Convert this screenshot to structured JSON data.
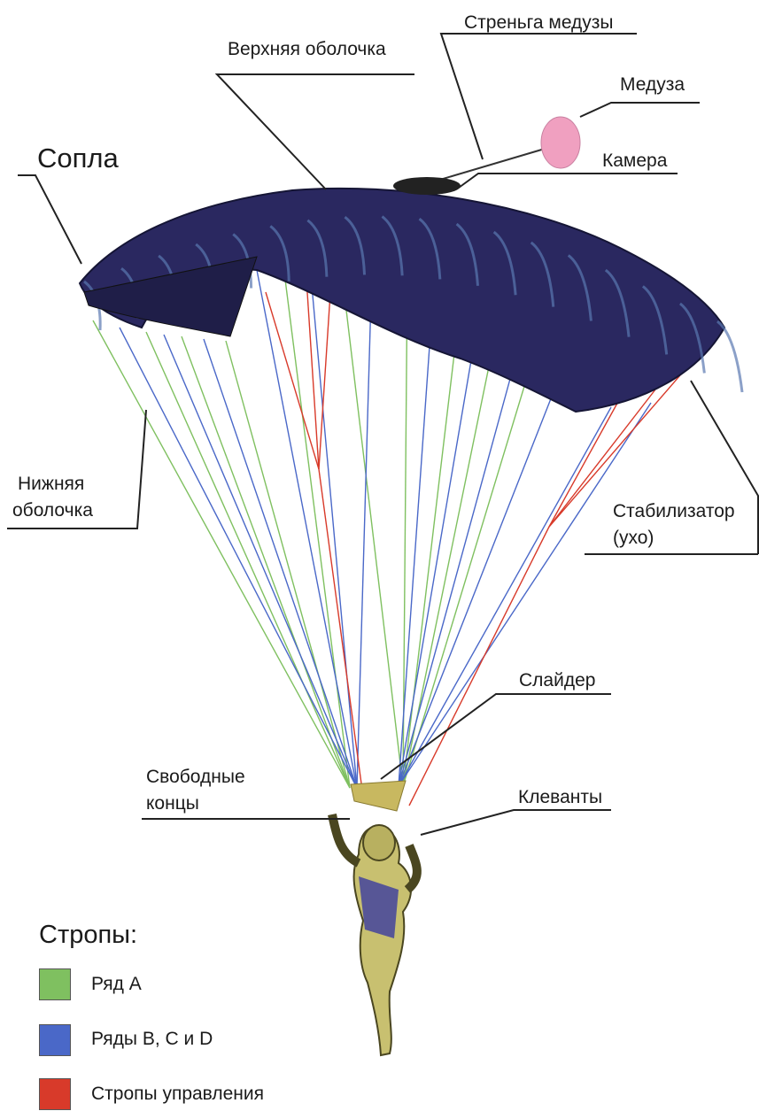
{
  "labels": {
    "nozzles": "Сопла",
    "top_skin": "Верхняя оболочка",
    "pilot_bridle": "Стреньга медузы",
    "pilot_chute": "Медуза",
    "bag": "Камера",
    "bottom_skin_line1": "Нижняя",
    "bottom_skin_line2": "оболочка",
    "stabilizer_line1": "Стабилизатор",
    "stabilizer_line2": "(ухо)",
    "slider": "Слайдер",
    "risers_line1": "Свободные",
    "risers_line2": "концы",
    "toggles": "Клеванты"
  },
  "legend": {
    "title": "Стропы:",
    "items": [
      {
        "label": "Ряд А",
        "color": "#7fc060"
      },
      {
        "label": "Ряды В, С и D",
        "color": "#4a68c8"
      },
      {
        "label": "Стропы управления",
        "color": "#d83a2a"
      }
    ]
  },
  "colors": {
    "canopy": "#2a2860",
    "canopy_highlight": "#5a78b0",
    "line_a": "#7fc060",
    "line_bcd": "#4a68c8",
    "line_control": "#d83a2a",
    "pilot_chute": "#f0a0c0",
    "jumper": "#c8c070"
  }
}
